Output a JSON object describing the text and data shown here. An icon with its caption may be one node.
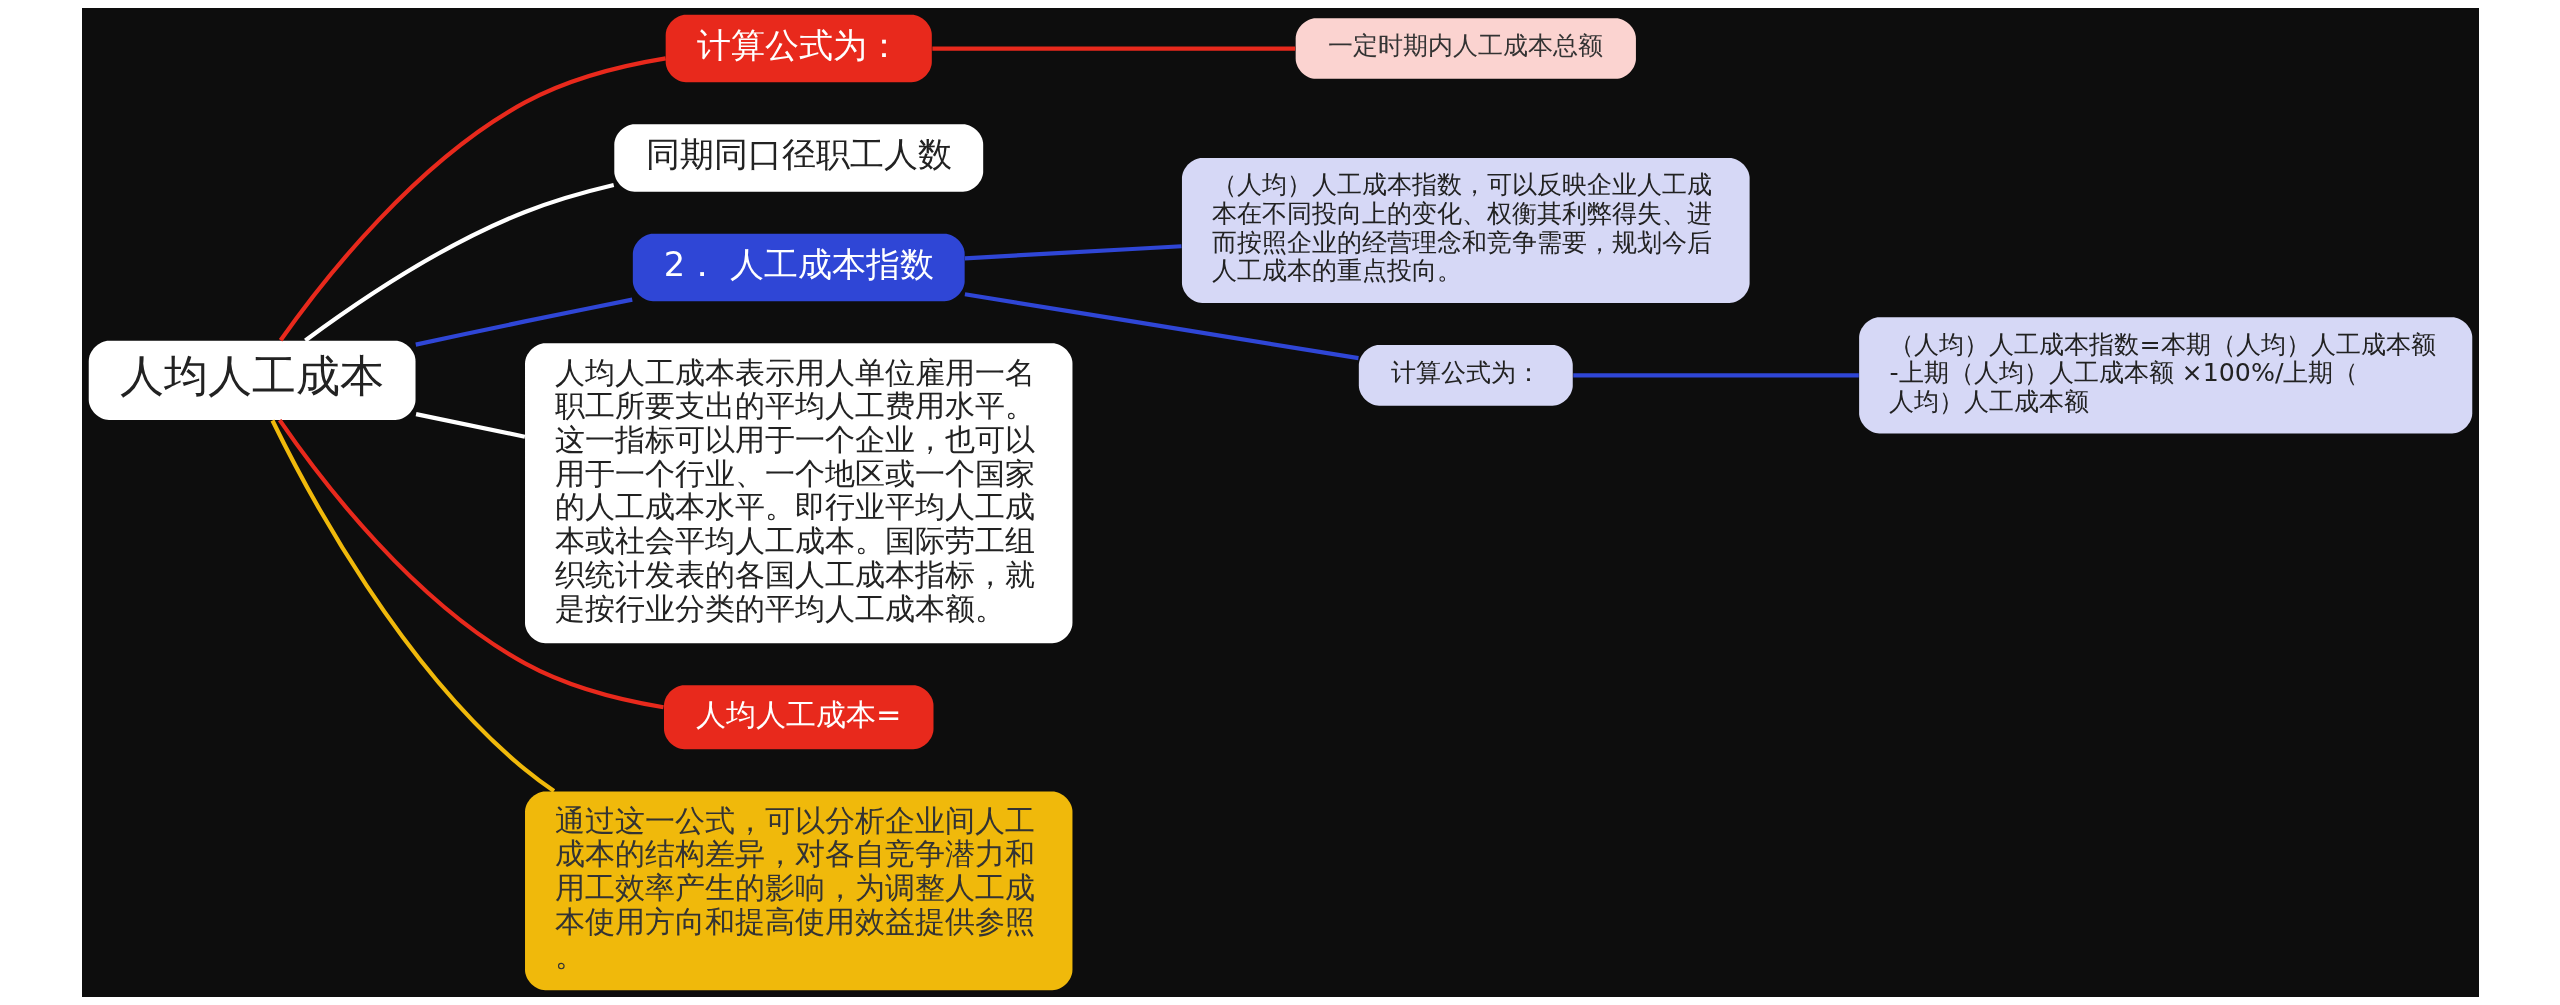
{
  "diagram": {
    "nodes": [
      {
        "text": [
          "人均人工成本"
        ]
      },
      {
        "text": [
          "计算公式为："
        ]
      },
      {
        "text": [
          "一定时期内人工成本总额"
        ]
      },
      {
        "text": [
          "同期同口径职工人数"
        ]
      },
      {
        "text": [
          "2． 人工成本指数"
        ]
      },
      {
        "text": [
          "（人均）人工成本指数，可以反映企业人工成本在不同投向上的变化、权衡其利弊得失、进而按照企业的经营理念和竞争需要，规划今后人工成本的重点投向。"
        ]
      },
      {
        "text": [
          "计算公式为："
        ]
      },
      {
        "text": [
          "（人均）人工成本指数=本期（人均）人工成本额-上期（人均）人工成本额 ×100%/上期（人均）人工成本额"
        ]
      },
      {
        "text": [
          "人均人工成本表示用人单位雇用一名职工所要支出的平均人工费用水平。这一指标可以用于一个企业，也可以用于一个行业、一个地区或一个国家的人工成本水平。即行业平均人工成本或社会平均人工成本。国际劳工组织统计发表的各国人工成本指标，就是按行业分类的平均人工成本额。"
        ]
      },
      {
        "text": [
          "人均人工成本="
        ]
      },
      {
        "text": [
          "通过这一公式，可以分析企业间人工成本的结构差异，对各自竞争潜力和用工效率产生的影响，为调整人工成本使用方向和提高使用效益提供参照。"
        ]
      }
    ],
    "edges": [
      {
        "from": 0,
        "to": 1,
        "arrow": "none",
        "color": "#e8291c"
      },
      {
        "from": 1,
        "to": 2,
        "arrow": "none",
        "color": "#e8291c"
      },
      {
        "from": 0,
        "to": 3,
        "arrow": "none",
        "color": "#ffffff"
      },
      {
        "from": 0,
        "to": 4,
        "arrow": "none",
        "color": "#2f46d6"
      },
      {
        "from": 4,
        "to": 5,
        "arrow": "none",
        "color": "#2f46d6"
      },
      {
        "from": 4,
        "to": 6,
        "arrow": "none",
        "color": "#2f46d6"
      },
      {
        "from": 6,
        "to": 7,
        "arrow": "none",
        "color": "#2f46d6"
      },
      {
        "from": 0,
        "to": 8,
        "arrow": "none",
        "color": "#ffffff"
      },
      {
        "from": 0,
        "to": 9,
        "arrow": "none",
        "color": "#e8291c"
      },
      {
        "from": 0,
        "to": 10,
        "arrow": "none",
        "color": "#f0b90b"
      }
    ]
  }
}
